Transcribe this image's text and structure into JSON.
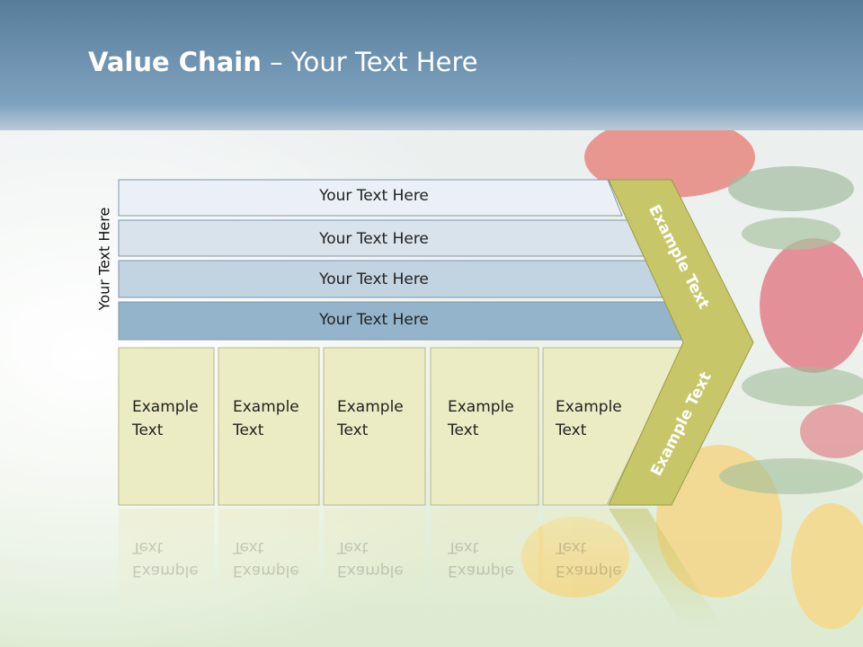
{
  "title": {
    "bold": "Value Chain",
    "rest": " – Your Text Here"
  },
  "side_label": "Your Text Here",
  "rows": [
    "Your Text Here",
    "Your Text Here",
    "Your Text Here",
    "Your Text Here"
  ],
  "columns": [
    "Example\nText",
    "Example\nText",
    "Example\nText",
    "Example\nText",
    "Example\nText"
  ],
  "arrow": {
    "top_label": "Example Text",
    "bottom_label": "Example Text"
  },
  "colors": {
    "header": "#6f95b4",
    "row_fills": [
      "#eaf0f5",
      "#d8e3ec",
      "#c2d3e1",
      "#93b4cb"
    ],
    "column_fill": "#ececc4",
    "arrow_fill": "#c7c76a"
  }
}
